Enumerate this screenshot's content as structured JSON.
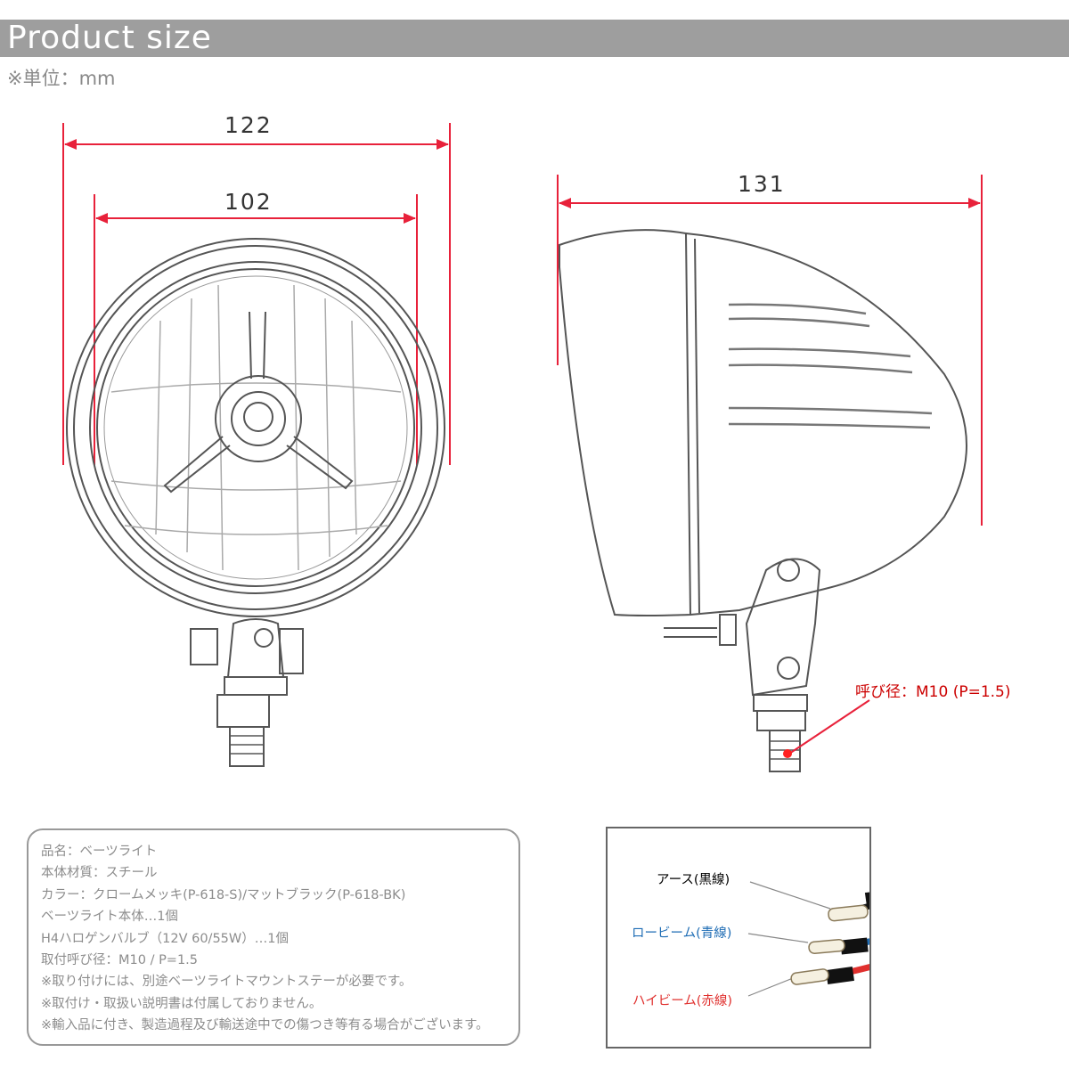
{
  "header": {
    "title": "Product size"
  },
  "unit_note": "※単位：mm",
  "dimensions": {
    "outer_diameter": "122",
    "lens_diameter": "102",
    "depth": "131"
  },
  "thread_label": "呼び径：M10 (P=1.5)",
  "specs": [
    "品名：ベーツライト",
    "本体材質：スチール",
    "カラー：クロームメッキ(P-618-S)/マットブラック(P-618-BK)",
    "ベーツライト本体…1個",
    "H4ハロゲンバルブ（12V 60/55W）…1個",
    "取付呼び径：M10 / P=1.5",
    "※取り付けには、別途ベーツライトマウントステーが必要です。",
    "※取付け・取扱い説明書は付属しておりません。",
    "※輸入品に付き、製造過程及び輸送途中での傷つき等有る場合がございます。"
  ],
  "wiring": {
    "ground": {
      "label": "アース(黒線)",
      "color": "#1a1a1a"
    },
    "low_beam": {
      "label": "ロービーム(青線)",
      "color": "#1f6db5"
    },
    "high_beam": {
      "label": "ハイビーム(赤線)",
      "color": "#e0302e"
    }
  },
  "colors": {
    "dimension_arrow": "#e8213a",
    "header_bar": "#9e9e9e"
  }
}
